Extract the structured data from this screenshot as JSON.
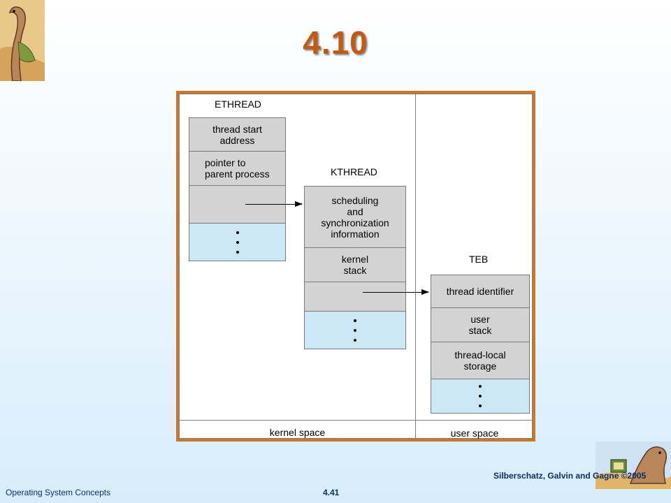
{
  "slide": {
    "title": "4.10"
  },
  "figure": {
    "ethread": {
      "label": "ETHREAD",
      "fields": [
        "thread start\naddress",
        "pointer to\nparent process"
      ]
    },
    "kthread": {
      "label": "KTHREAD",
      "fields": [
        "scheduling\nand\nsynchronization\ninformation",
        "kernel\nstack"
      ]
    },
    "teb": {
      "label": "TEB",
      "fields": [
        "thread identifier",
        "user\nstack",
        "thread-local\nstorage"
      ]
    },
    "regions": {
      "kernel": "kernel space",
      "user": "user space"
    }
  },
  "footer": {
    "left": "Operating System Concepts",
    "center": "4.41",
    "right": "Silberschatz, Galvin and Gagne ©2005"
  },
  "colors": {
    "title": "#c25a14",
    "cell_gray": "#d3d3d3",
    "cell_blue": "#cce8f6",
    "frame": "#c9782a",
    "footer": "#0b2d6b"
  }
}
